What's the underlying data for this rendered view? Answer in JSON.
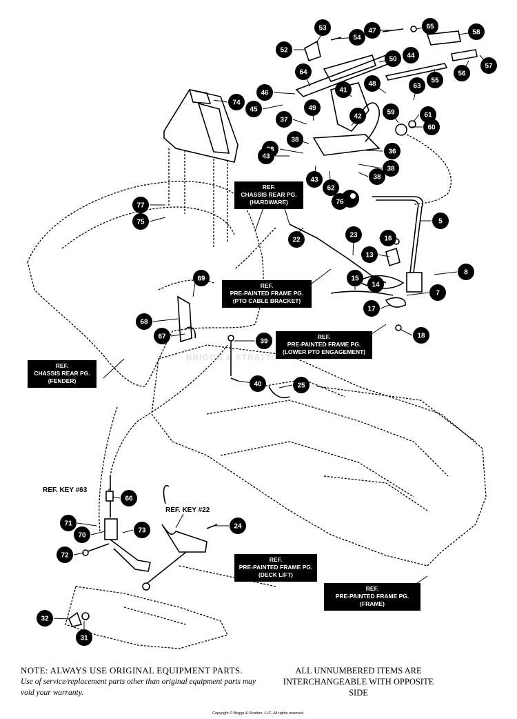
{
  "watermark": "BRIGGS & STRATTON",
  "callouts": [
    {
      "label": "53"
    },
    {
      "label": "54"
    },
    {
      "label": "47"
    },
    {
      "label": "65"
    },
    {
      "label": "58"
    },
    {
      "label": "52"
    },
    {
      "label": "50"
    },
    {
      "label": "44"
    },
    {
      "label": "57"
    },
    {
      "label": "64"
    },
    {
      "label": "56"
    },
    {
      "label": "55"
    },
    {
      "label": "48"
    },
    {
      "label": "63"
    },
    {
      "label": "41"
    },
    {
      "label": "46"
    },
    {
      "label": "74"
    },
    {
      "label": "45"
    },
    {
      "label": "49"
    },
    {
      "label": "42"
    },
    {
      "label": "59"
    },
    {
      "label": "61"
    },
    {
      "label": "37"
    },
    {
      "label": "60"
    },
    {
      "label": "38"
    },
    {
      "label": "38"
    },
    {
      "label": "36"
    },
    {
      "label": "43"
    },
    {
      "label": "38"
    },
    {
      "label": "43"
    },
    {
      "label": "62"
    },
    {
      "label": "38"
    },
    {
      "label": "76"
    },
    {
      "label": "5"
    },
    {
      "label": "77"
    },
    {
      "label": "75"
    },
    {
      "label": "22"
    },
    {
      "label": "23"
    },
    {
      "label": "16"
    },
    {
      "label": "13"
    },
    {
      "label": "8"
    },
    {
      "label": "69"
    },
    {
      "label": "15"
    },
    {
      "label": "14"
    },
    {
      "label": "7"
    },
    {
      "label": "17"
    },
    {
      "label": "68"
    },
    {
      "label": "67"
    },
    {
      "label": "18"
    },
    {
      "label": "39"
    },
    {
      "label": "40"
    },
    {
      "label": "25"
    },
    {
      "label": "66"
    },
    {
      "label": "71"
    },
    {
      "label": "24"
    },
    {
      "label": "73"
    },
    {
      "label": "70"
    },
    {
      "label": "72"
    },
    {
      "label": "32"
    },
    {
      "label": "31"
    }
  ],
  "ref_boxes": [
    {
      "lines": [
        "REF.",
        "CHASSIS REAR PG.",
        "(HARDWARE)"
      ]
    },
    {
      "lines": [
        "REF.",
        "PRE-PAINTED FRAME PG.",
        "(PTO CABLE BRACKET)"
      ]
    },
    {
      "lines": [
        "REF.",
        "PRE-PAINTED FRAME PG.",
        "(LOWER PTO ENGAGEMENT)"
      ]
    },
    {
      "lines": [
        "REF.",
        "CHASSIS REAR PG.",
        "(FENDER)"
      ]
    },
    {
      "lines": [
        "REF.",
        "PRE-PAINTED FRAME PG.",
        "(DECK LIFT)"
      ]
    },
    {
      "lines": [
        "REF.",
        "PRE-PAINTED FRAME PG.",
        "(FRAME)"
      ]
    }
  ],
  "plain_labels": [
    {
      "text": "REF. KEY #63"
    },
    {
      "text": "REF. KEY #22"
    }
  ],
  "notes": {
    "left_title": "NOTE: ALWAYS USE ORIGINAL EQUIPMENT PARTS.",
    "left_body": "Use of service/replacement parts other than original equipment parts may void your warranty.",
    "right": "ALL UNNUMBERED ITEMS ARE INTERCHANGEABLE WITH OPPOSITE SIDE"
  },
  "copyright": "Copyright © Briggs & Stratton, LLC. All rights reserved."
}
